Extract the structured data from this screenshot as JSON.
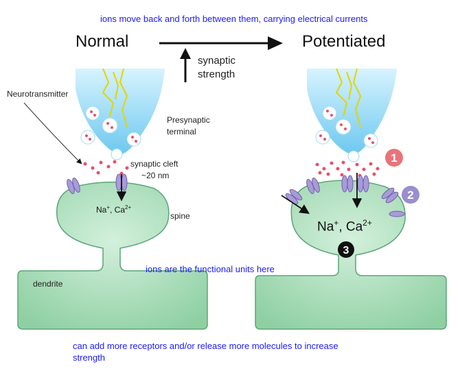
{
  "notes": {
    "top": "ions move back and forth between them, carrying electrical currents",
    "middle": "ions are the functional units here",
    "bottom_line1": "can add more receptors and/or release more molecules to increase",
    "bottom_line2": "strength"
  },
  "headings": {
    "normal": "Normal",
    "potentiated": "Potentiated",
    "synaptic": "synaptic",
    "strength": "strength"
  },
  "labels": {
    "neurotransmitter": "Neurotransmitter",
    "presynaptic": "Presynaptic",
    "terminal": "terminal",
    "synaptic_cleft": "synaptic cleft",
    "cleft_size": "~20 nm",
    "spine": "spine",
    "dendrite": "dendrite",
    "ions_left_na": "Na",
    "ions_left_sep": ", Ca",
    "ions_right_na": "Na",
    "ions_right_sep": ", Ca",
    "plus": "+",
    "two_plus": "2+"
  },
  "markers": [
    "1",
    "2",
    "3"
  ],
  "colors": {
    "note_text": "#1a1aff",
    "terminal_blue": "#8fd8f5",
    "spine_green": "#9ed9b0",
    "spine_outline": "#5aa577",
    "vesicle_dot": "#e8506a",
    "receptor": "#a99bd6",
    "marker_1": "#e8747a",
    "marker_2": "#9b8ed0",
    "marker_3": "#111111"
  }
}
